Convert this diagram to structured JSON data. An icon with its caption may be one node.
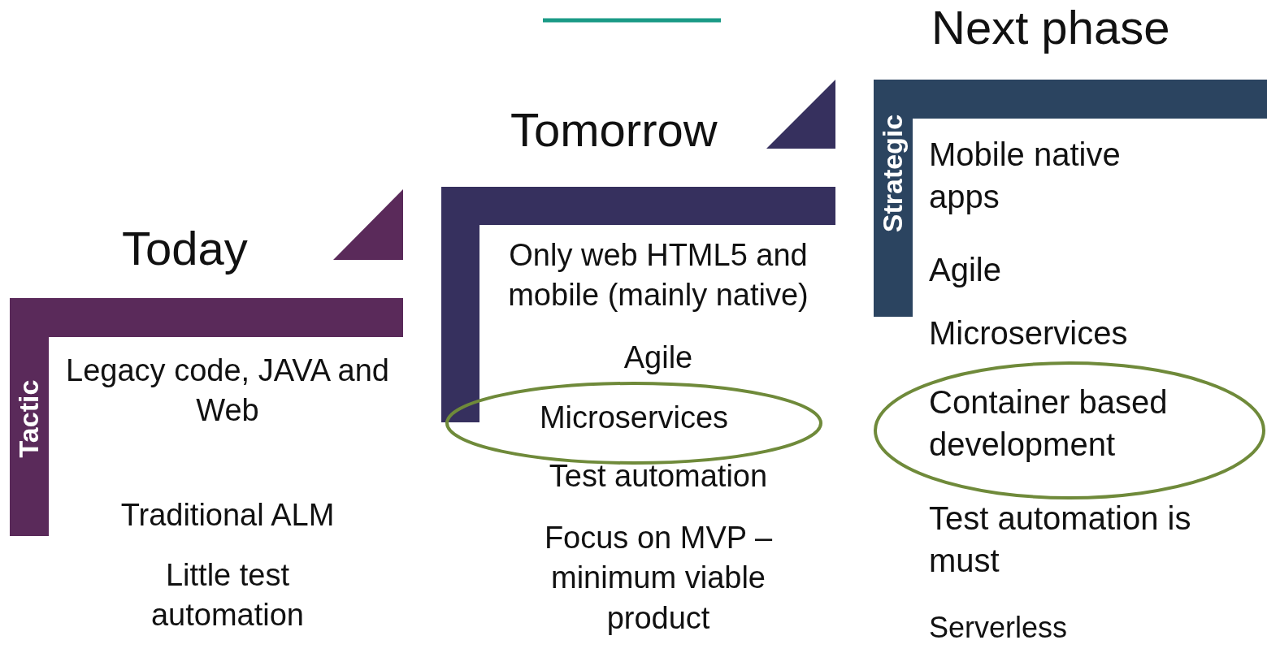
{
  "diagram": {
    "nodes": [
      {
        "text": [
          "Tactic"
        ]
      },
      {
        "text": [],
        "shape": "bar"
      },
      {
        "text": [
          "Microservices"
        ]
      },
      {
        "text": [
          "Strategic"
        ]
      },
      {
        "text": [
          "Container based development"
        ]
      }
    ],
    "labels": [
      "Today",
      "Legacy code, JAVA and Web",
      "Traditional ALM",
      "Little test automation",
      "Tomorrow",
      "Only web HTML5 and mobile (mainly native)",
      "Agile",
      "Test automation",
      "Focus on MVP – minimum viable product",
      "Next phase",
      "Mobile native apps",
      "Agile",
      "Microservices",
      "Test automation is must",
      "Serverless"
    ]
  }
}
